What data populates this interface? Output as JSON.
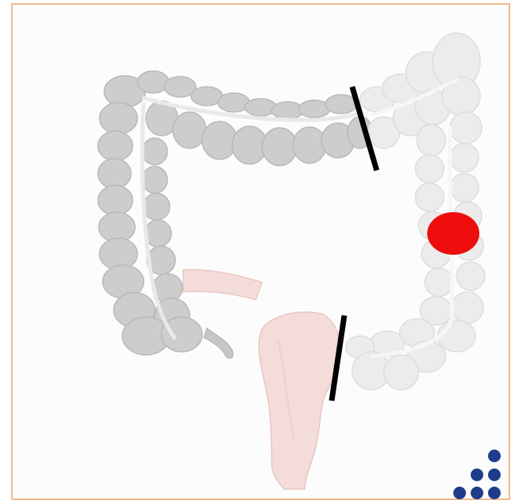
{
  "diagram": {
    "description_text": "",
    "colors": {
      "frame_border": "#f2b98a",
      "background": "#fcfcfd",
      "colon_gray": "#cdcdcd",
      "colon_gray_outline": "#b9b9b9",
      "colon_light": "#ececec",
      "colon_light_outline": "#dddddd",
      "small_bowel_pink": "#f3dcd9",
      "tumor_red": "#ee0d0d",
      "resection_line": "#000000",
      "logo_blue": "#1f3c8c"
    },
    "icons": {
      "tumor": "red-dot-icon",
      "cut_lines": "resection-line-icon",
      "logo": "blue-dots-logo-icon"
    },
    "segments": {
      "resected": [
        "distal-transverse-colon",
        "descending-colon",
        "proximal-sigmoid-colon"
      ],
      "remaining": [
        "cecum",
        "ascending-colon",
        "proximal-transverse-colon",
        "rectum"
      ]
    }
  }
}
